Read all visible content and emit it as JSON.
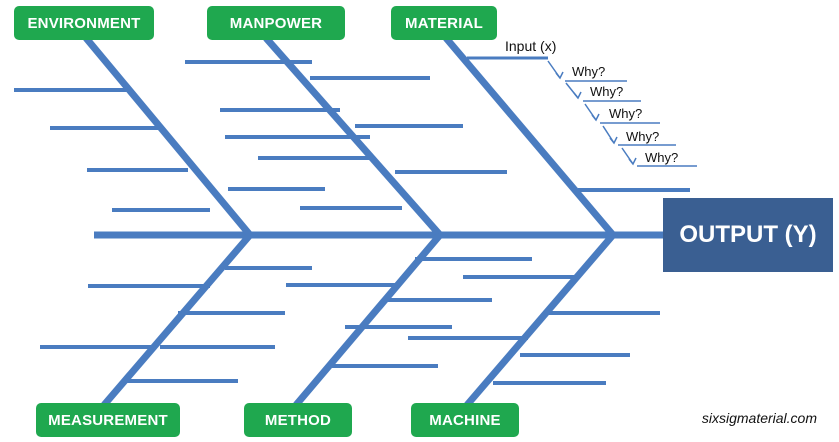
{
  "categories": {
    "top": [
      "ENVIRONMENT",
      "MANPOWER",
      "MATERIAL"
    ],
    "bottom": [
      "MEASUREMENT",
      "METHOD",
      "MACHINE"
    ]
  },
  "output_label": "OUTPUT (Y)",
  "input_label": "Input (x)",
  "why_label": "Why?",
  "why_count": 5,
  "watermark": "sixsigmaterial.com",
  "colors": {
    "bone": "#4a7cc0",
    "category_bg": "#1fa84f",
    "output_bg": "#3a5f92",
    "text_dark": "#111111"
  }
}
